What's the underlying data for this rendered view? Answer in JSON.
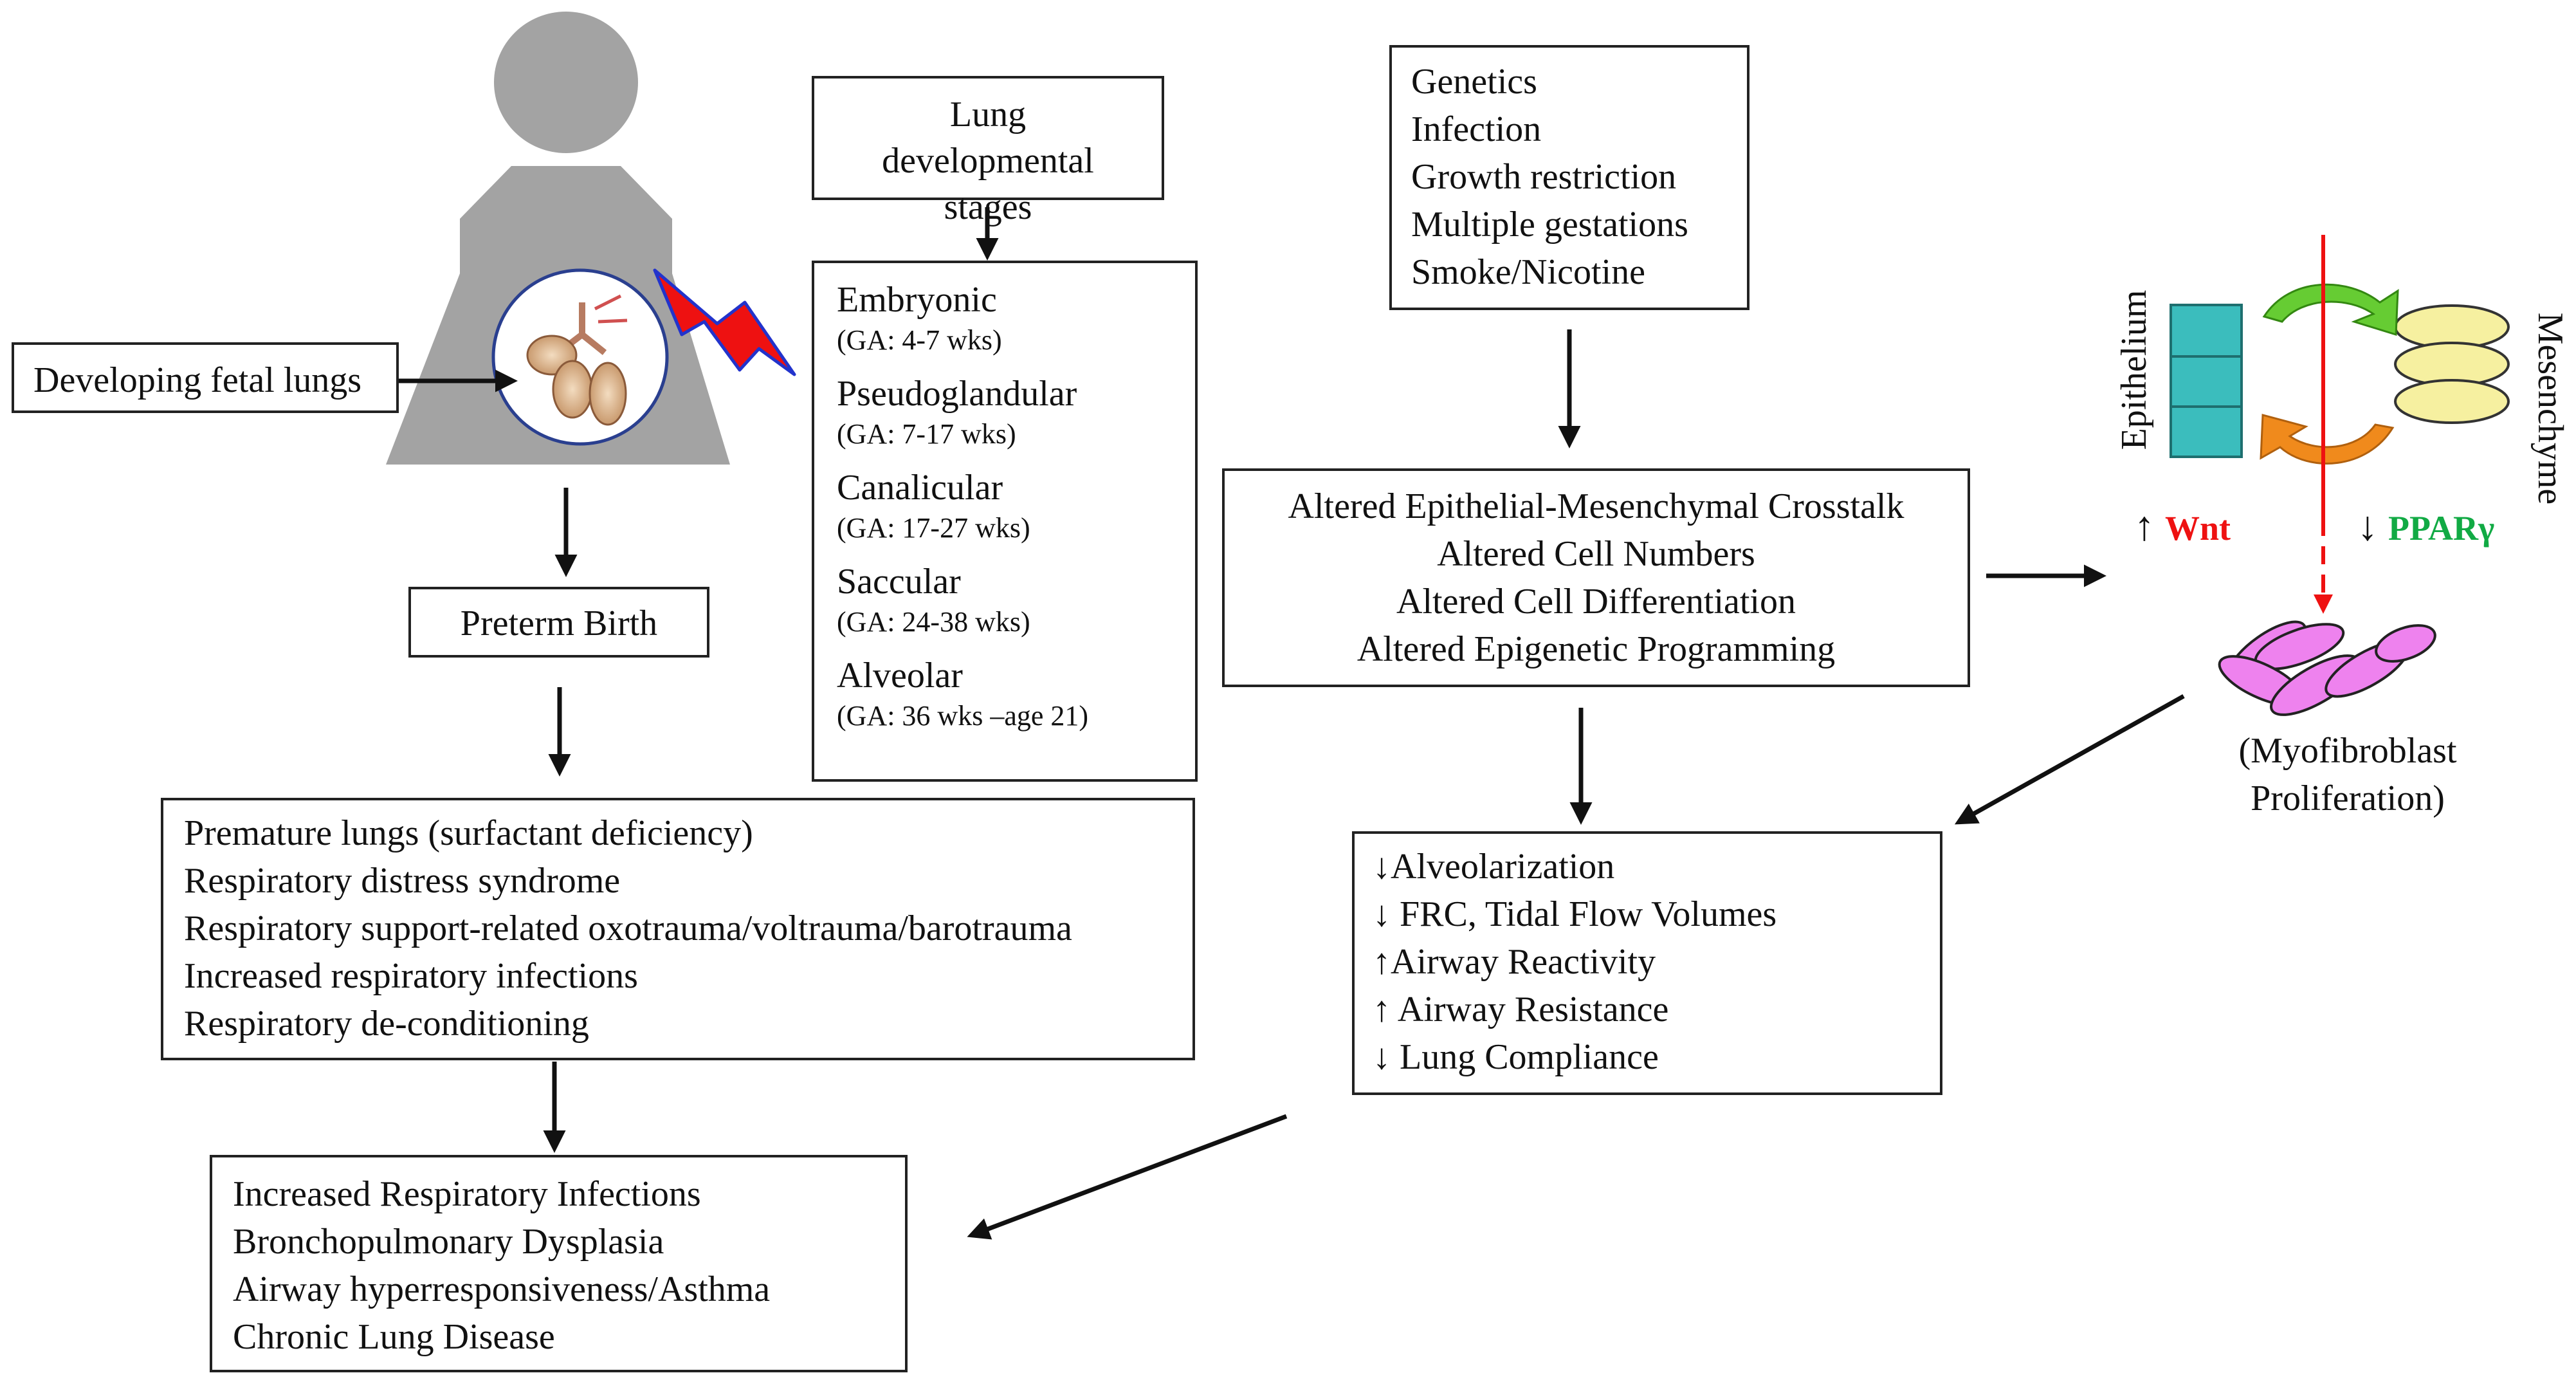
{
  "figure": {
    "fetal_lungs_label": "Developing fetal lungs",
    "preterm_birth": "Preterm Birth",
    "premature_effects": [
      "Premature lungs (surfactant deficiency)",
      "Respiratory distress syndrome",
      "Respiratory support-related oxotrauma/voltrauma/barotrauma",
      "Increased respiratory infections",
      "Respiratory de-conditioning"
    ],
    "outcomes": [
      "Increased Respiratory Infections",
      "Bronchopulmonary Dysplasia",
      "Airway hyperresponsiveness/Asthma",
      "Chronic Lung Disease"
    ],
    "stages_title": "Lung developmental stages",
    "stages": [
      {
        "name": "Embryonic",
        "ga": "(GA: 4-7 wks)"
      },
      {
        "name": "Pseudoglandular",
        "ga": "(GA: 7-17 wks)"
      },
      {
        "name": "Canalicular",
        "ga": "(GA: 17-27 wks)"
      },
      {
        "name": "Saccular",
        "ga": "(GA: 24-38 wks)"
      },
      {
        "name": "Alveolar",
        "ga": "(GA: 36 wks –age 21)"
      }
    ],
    "factors": [
      "Genetics",
      "Infection",
      "Growth restriction",
      "Multiple gestations",
      "Smoke/Nicotine"
    ],
    "alterations": [
      "Altered Epithelial-Mesenchymal Crosstalk",
      "Altered Cell Numbers",
      "Altered Cell Differentiation",
      "Altered Epigenetic Programming"
    ],
    "lung_function": [
      "↓Alveolarization",
      "↓ FRC, Tidal Flow Volumes",
      "↑Airway Reactivity",
      "↑ Airway Resistance",
      "↓ Lung Compliance"
    ],
    "epithelium": "Epithelium",
    "mesenchyme": "Mesenchyme",
    "wnt_arrow": "↑",
    "wnt": "Wnt",
    "ppar_arrow": "↓",
    "ppar": "PPARγ",
    "myofibroblast": [
      "(Myofibroblast",
      "Proliferation)"
    ]
  },
  "colors": {
    "silhouette": "#a3a3a3",
    "epithelium": "#3bbdbd",
    "mesenchyme": "#f6f0a0",
    "myofibroblast": "#ee82ee",
    "green_arrow": "#66cc33",
    "orange_arrow": "#f08a1c",
    "red": "#ee1111",
    "ppar_green": "#11aa44",
    "lightning_fill": "#ee1111",
    "lightning_stroke": "#2233cc"
  },
  "icons": [
    "pregnant-figure-icon",
    "fetal-lungs-icon",
    "lightning-icon",
    "epithelium-cells-icon",
    "mesenchyme-cells-icon",
    "myofibroblast-cells-icon"
  ]
}
